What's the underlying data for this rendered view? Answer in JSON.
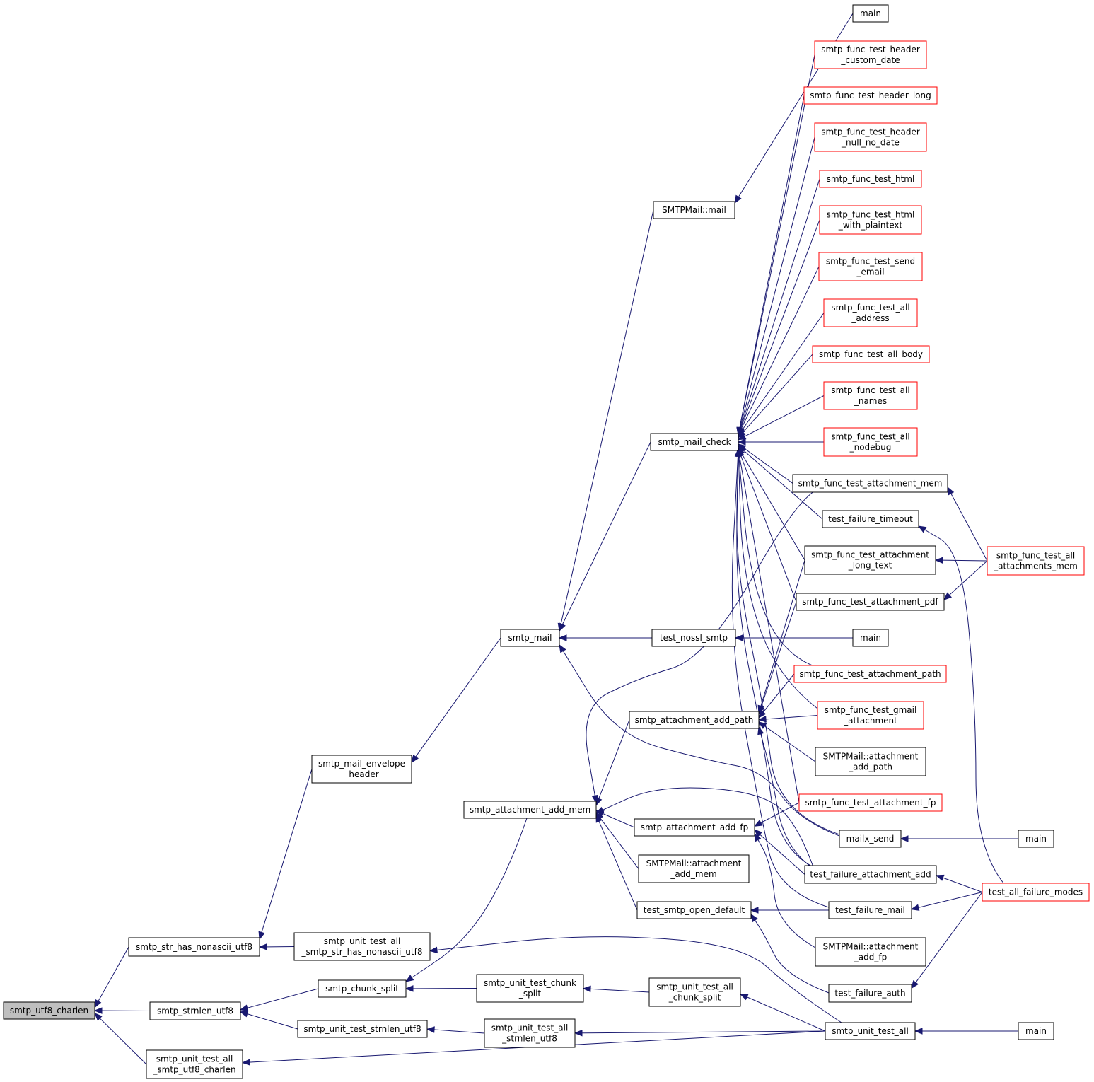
{
  "nodes": [
    {
      "id": "n_charlen",
      "lines": [
        "smtp_utf8_charlen"
      ],
      "style": "root"
    },
    {
      "id": "n_str_has",
      "lines": [
        "smtp_str_has_nonascii_utf8"
      ],
      "style": "black"
    },
    {
      "id": "n_strnlen",
      "lines": [
        "smtp_strnlen_utf8"
      ],
      "style": "black"
    },
    {
      "id": "n_ut_charlen",
      "lines": [
        "smtp_unit_test_all",
        "_smtp_utf8_charlen"
      ],
      "style": "black"
    },
    {
      "id": "n_envelope",
      "lines": [
        "smtp_mail_envelope",
        "_header"
      ],
      "style": "black"
    },
    {
      "id": "n_ut_has",
      "lines": [
        "smtp_unit_test_all",
        "_smtp_str_has_nonascii_utf8"
      ],
      "style": "black"
    },
    {
      "id": "n_chunk",
      "lines": [
        "smtp_chunk_split"
      ],
      "style": "black"
    },
    {
      "id": "n_ut_strnlen",
      "lines": [
        "smtp_unit_test_strnlen_utf8"
      ],
      "style": "black"
    },
    {
      "id": "n_smtp_mail",
      "lines": [
        "smtp_mail"
      ],
      "style": "black"
    },
    {
      "id": "n_add_mem",
      "lines": [
        "smtp_attachment_add_mem"
      ],
      "style": "black"
    },
    {
      "id": "n_ut_chunk",
      "lines": [
        "smtp_unit_test_chunk",
        "_split"
      ],
      "style": "black"
    },
    {
      "id": "n_uta_strnlen",
      "lines": [
        "smtp_unit_test_all",
        "_strnlen_utf8"
      ],
      "style": "black"
    },
    {
      "id": "n_cls_mail",
      "lines": [
        "SMTPMail::mail"
      ],
      "style": "black"
    },
    {
      "id": "n_mail_check",
      "lines": [
        "smtp_mail_check"
      ],
      "style": "black"
    },
    {
      "id": "n_nossl",
      "lines": [
        "test_nossl_smtp"
      ],
      "style": "black"
    },
    {
      "id": "n_add_path",
      "lines": [
        "smtp_attachment_add_path"
      ],
      "style": "black"
    },
    {
      "id": "n_add_fp",
      "lines": [
        "smtp_attachment_add_fp"
      ],
      "style": "black"
    },
    {
      "id": "n_cls_add_mem",
      "lines": [
        "SMTPMail::attachment",
        "_add_mem"
      ],
      "style": "black"
    },
    {
      "id": "n_open_default",
      "lines": [
        "test_smtp_open_default"
      ],
      "style": "black"
    },
    {
      "id": "n_uta_chunk",
      "lines": [
        "smtp_unit_test_all",
        "_chunk_split"
      ],
      "style": "black"
    },
    {
      "id": "n_main1",
      "lines": [
        "main"
      ],
      "style": "black"
    },
    {
      "id": "n_hdr_custom",
      "lines": [
        "smtp_func_test_header",
        "_custom_date"
      ],
      "style": "red"
    },
    {
      "id": "n_hdr_long",
      "lines": [
        "smtp_func_test_header_long"
      ],
      "style": "red"
    },
    {
      "id": "n_hdr_null",
      "lines": [
        "smtp_func_test_header",
        "_null_no_date"
      ],
      "style": "red"
    },
    {
      "id": "n_html",
      "lines": [
        "smtp_func_test_html"
      ],
      "style": "red"
    },
    {
      "id": "n_html_plain",
      "lines": [
        "smtp_func_test_html",
        "_with_plaintext"
      ],
      "style": "red"
    },
    {
      "id": "n_send_email",
      "lines": [
        "smtp_func_test_send",
        "_email"
      ],
      "style": "red"
    },
    {
      "id": "n_all_address",
      "lines": [
        "smtp_func_test_all",
        "_address"
      ],
      "style": "red"
    },
    {
      "id": "n_all_body",
      "lines": [
        "smtp_func_test_all_body"
      ],
      "style": "red"
    },
    {
      "id": "n_all_names",
      "lines": [
        "smtp_func_test_all",
        "_names"
      ],
      "style": "red"
    },
    {
      "id": "n_all_nodebug",
      "lines": [
        "smtp_func_test_all",
        "_nodebug"
      ],
      "style": "red"
    },
    {
      "id": "n_att_mem",
      "lines": [
        "smtp_func_test_attachment_mem"
      ],
      "style": "black"
    },
    {
      "id": "n_fail_timeout",
      "lines": [
        "test_failure_timeout"
      ],
      "style": "black"
    },
    {
      "id": "n_att_long",
      "lines": [
        "smtp_func_test_attachment",
        "_long_text"
      ],
      "style": "black"
    },
    {
      "id": "n_att_pdf",
      "lines": [
        "smtp_func_test_attachment_pdf"
      ],
      "style": "black"
    },
    {
      "id": "n_main2",
      "lines": [
        "main"
      ],
      "style": "black"
    },
    {
      "id": "n_att_path",
      "lines": [
        "smtp_func_test_attachment_path"
      ],
      "style": "red"
    },
    {
      "id": "n_gmail",
      "lines": [
        "smtp_func_test_gmail",
        "_attachment"
      ],
      "style": "red"
    },
    {
      "id": "n_cls_add_path",
      "lines": [
        "SMTPMail::attachment",
        "_add_path"
      ],
      "style": "black"
    },
    {
      "id": "n_att_fp",
      "lines": [
        "smtp_func_test_attachment_fp"
      ],
      "style": "red"
    },
    {
      "id": "n_mailx",
      "lines": [
        "mailx_send"
      ],
      "style": "black"
    },
    {
      "id": "n_fail_att_add",
      "lines": [
        "test_failure_attachment_add"
      ],
      "style": "black"
    },
    {
      "id": "n_fail_mail",
      "lines": [
        "test_failure_mail"
      ],
      "style": "black"
    },
    {
      "id": "n_cls_add_fp",
      "lines": [
        "SMTPMail::attachment",
        "_add_fp"
      ],
      "style": "black"
    },
    {
      "id": "n_fail_auth",
      "lines": [
        "test_failure_auth"
      ],
      "style": "black"
    },
    {
      "id": "n_ut_all",
      "lines": [
        "smtp_unit_test_all"
      ],
      "style": "black"
    },
    {
      "id": "n_all_att_mem",
      "lines": [
        "smtp_func_test_all",
        "_attachments_mem"
      ],
      "style": "red"
    },
    {
      "id": "n_main3",
      "lines": [
        "main"
      ],
      "style": "black"
    },
    {
      "id": "n_all_fail",
      "lines": [
        "test_all_failure_modes"
      ],
      "style": "red"
    },
    {
      "id": "n_main4",
      "lines": [
        "main"
      ],
      "style": "black"
    }
  ],
  "edges": [
    [
      "n_charlen",
      "n_str_has"
    ],
    [
      "n_charlen",
      "n_strnlen"
    ],
    [
      "n_charlen",
      "n_ut_charlen"
    ],
    [
      "n_str_has",
      "n_envelope"
    ],
    [
      "n_str_has",
      "n_ut_has"
    ],
    [
      "n_strnlen",
      "n_chunk"
    ],
    [
      "n_strnlen",
      "n_ut_strnlen"
    ],
    [
      "n_envelope",
      "n_smtp_mail"
    ],
    [
      "n_chunk",
      "n_add_mem"
    ],
    [
      "n_chunk",
      "n_ut_chunk"
    ],
    [
      "n_ut_strnlen",
      "n_uta_strnlen"
    ],
    [
      "n_smtp_mail",
      "n_cls_mail"
    ],
    [
      "n_smtp_mail",
      "n_mail_check"
    ],
    [
      "n_smtp_mail",
      "n_nossl"
    ],
    [
      "n_smtp_mail",
      "n_mailx"
    ],
    [
      "n_add_mem",
      "n_add_path"
    ],
    [
      "n_add_mem",
      "n_add_fp"
    ],
    [
      "n_add_mem",
      "n_cls_add_mem"
    ],
    [
      "n_add_mem",
      "n_open_default"
    ],
    [
      "n_add_mem",
      "n_att_mem"
    ],
    [
      "n_add_mem",
      "n_fail_att_add"
    ],
    [
      "n_ut_chunk",
      "n_uta_chunk"
    ],
    [
      "n_ut_charlen",
      "n_ut_all"
    ],
    [
      "n_ut_has",
      "n_ut_all"
    ],
    [
      "n_uta_strnlen",
      "n_ut_all"
    ],
    [
      "n_uta_chunk",
      "n_ut_all"
    ],
    [
      "n_cls_mail",
      "n_main1"
    ],
    [
      "n_mail_check",
      "n_hdr_custom"
    ],
    [
      "n_mail_check",
      "n_hdr_long"
    ],
    [
      "n_mail_check",
      "n_hdr_null"
    ],
    [
      "n_mail_check",
      "n_html"
    ],
    [
      "n_mail_check",
      "n_html_plain"
    ],
    [
      "n_mail_check",
      "n_send_email"
    ],
    [
      "n_mail_check",
      "n_all_address"
    ],
    [
      "n_mail_check",
      "n_all_body"
    ],
    [
      "n_mail_check",
      "n_all_names"
    ],
    [
      "n_mail_check",
      "n_all_nodebug"
    ],
    [
      "n_mail_check",
      "n_att_mem"
    ],
    [
      "n_mail_check",
      "n_fail_timeout"
    ],
    [
      "n_mail_check",
      "n_att_long"
    ],
    [
      "n_mail_check",
      "n_att_pdf"
    ],
    [
      "n_mail_check",
      "n_att_path"
    ],
    [
      "n_mail_check",
      "n_gmail"
    ],
    [
      "n_mail_check",
      "n_att_fp"
    ],
    [
      "n_mail_check",
      "n_mailx"
    ],
    [
      "n_mail_check",
      "n_fail_att_add"
    ],
    [
      "n_mail_check",
      "n_fail_mail"
    ],
    [
      "n_nossl",
      "n_main2"
    ],
    [
      "n_add_path",
      "n_att_long"
    ],
    [
      "n_add_path",
      "n_att_pdf"
    ],
    [
      "n_add_path",
      "n_att_path"
    ],
    [
      "n_add_path",
      "n_gmail"
    ],
    [
      "n_add_path",
      "n_cls_add_path"
    ],
    [
      "n_add_path",
      "n_fail_att_add"
    ],
    [
      "n_add_fp",
      "n_att_fp"
    ],
    [
      "n_add_fp",
      "n_fail_att_add"
    ],
    [
      "n_add_fp",
      "n_cls_add_fp"
    ],
    [
      "n_open_default",
      "n_fail_mail"
    ],
    [
      "n_open_default",
      "n_fail_auth"
    ],
    [
      "n_att_mem",
      "n_all_att_mem"
    ],
    [
      "n_att_long",
      "n_all_att_mem"
    ],
    [
      "n_att_pdf",
      "n_all_att_mem"
    ],
    [
      "n_fail_timeout",
      "n_all_fail"
    ],
    [
      "n_fail_att_add",
      "n_all_fail"
    ],
    [
      "n_fail_mail",
      "n_all_fail"
    ],
    [
      "n_fail_auth",
      "n_all_fail"
    ],
    [
      "n_mailx",
      "n_main3"
    ],
    [
      "n_ut_all",
      "n_main4"
    ]
  ]
}
